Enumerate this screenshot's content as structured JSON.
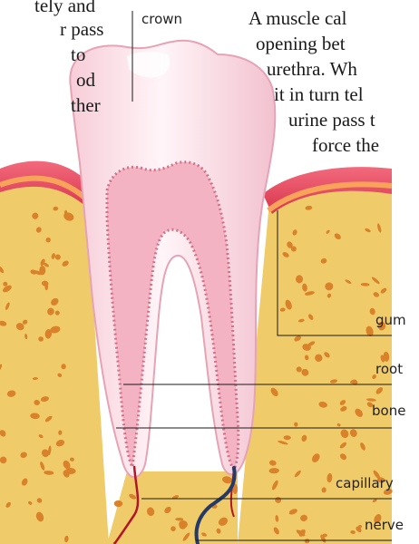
{
  "text_fragments": {
    "left": [
      "tely and",
      "r pass",
      "to",
      "od",
      "ther"
    ],
    "right": [
      "A muscle cal",
      "opening bet",
      "urethra. Wh",
      "it in turn tel",
      "urine pass t",
      "force the"
    ]
  },
  "labels": {
    "crown": "crown",
    "gum": "gum",
    "root": "root",
    "bone": "bone",
    "capillary": "capillary",
    "nerve": "nerve"
  },
  "colors": {
    "bone": "#f0cb6a",
    "bone_pore": "#d9822b",
    "gum": "#e7455a",
    "tooth_enamel": "#fbe7ec",
    "pulp": "#f3b3c3",
    "nerve": "#233a6a",
    "capillary": "#b0182a"
  }
}
